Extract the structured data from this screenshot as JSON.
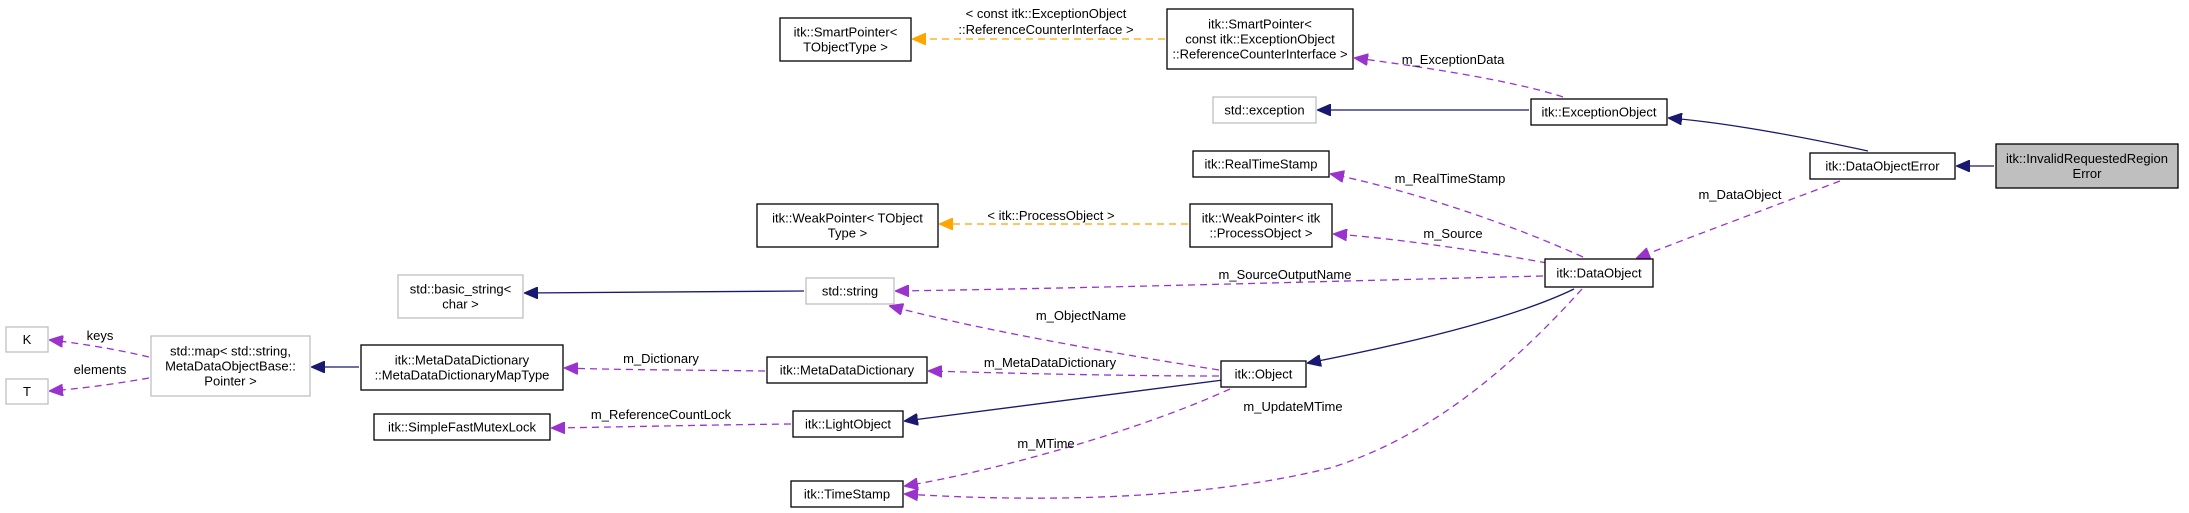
{
  "colors": {
    "inheritance": "#191970",
    "usage": "#9a32cd",
    "template": "#ffa500",
    "focus_fill": "#bfbfbf",
    "external_border": "#bfbfbf"
  },
  "nodes": [
    {
      "id": "invalid_requested_region_error",
      "lines": [
        "itk::InvalidRequestedRegion",
        "Error"
      ],
      "style": "focus"
    },
    {
      "id": "data_object_error",
      "lines": [
        "itk::DataObjectError"
      ],
      "style": "normal"
    },
    {
      "id": "exception_object",
      "lines": [
        "itk::ExceptionObject"
      ],
      "style": "normal"
    },
    {
      "id": "std_exception",
      "lines": [
        "std::exception"
      ],
      "style": "external"
    },
    {
      "id": "smart_pointer_exception_ref",
      "lines": [
        "itk::SmartPointer<",
        "const itk::ExceptionObject",
        "::ReferenceCounterInterface >"
      ],
      "style": "normal"
    },
    {
      "id": "smart_pointer_tobject",
      "lines": [
        "itk::SmartPointer<",
        "TObjectType >"
      ],
      "style": "normal"
    },
    {
      "id": "data_object",
      "lines": [
        "itk::DataObject"
      ],
      "style": "normal"
    },
    {
      "id": "real_time_stamp",
      "lines": [
        "itk::RealTimeStamp"
      ],
      "style": "normal"
    },
    {
      "id": "weak_pointer_process_object",
      "lines": [
        "itk::WeakPointer< itk",
        "::ProcessObject >"
      ],
      "style": "normal"
    },
    {
      "id": "weak_pointer_tobject",
      "lines": [
        "itk::WeakPointer< TObject",
        "Type >"
      ],
      "style": "normal"
    },
    {
      "id": "std_string",
      "lines": [
        "std::string"
      ],
      "style": "external"
    },
    {
      "id": "std_basic_string",
      "lines": [
        "std::basic_string<",
        "char >"
      ],
      "style": "external"
    },
    {
      "id": "object",
      "lines": [
        "itk::Object"
      ],
      "style": "normal"
    },
    {
      "id": "meta_data_dictionary",
      "lines": [
        "itk::MetaDataDictionary"
      ],
      "style": "normal"
    },
    {
      "id": "meta_data_dictionary_map_type",
      "lines": [
        "itk::MetaDataDictionary",
        "::MetaDataDictionaryMapType"
      ],
      "style": "normal"
    },
    {
      "id": "std_map",
      "lines": [
        "std::map< std::string,",
        "MetaDataObjectBase::",
        "Pointer >"
      ],
      "style": "external"
    },
    {
      "id": "template_k",
      "lines": [
        "K"
      ],
      "style": "external"
    },
    {
      "id": "template_t",
      "lines": [
        "T"
      ],
      "style": "external"
    },
    {
      "id": "light_object",
      "lines": [
        "itk::LightObject"
      ],
      "style": "normal"
    },
    {
      "id": "simple_fast_mutex_lock",
      "lines": [
        "itk::SimpleFastMutexLock"
      ],
      "style": "normal"
    },
    {
      "id": "time_stamp",
      "lines": [
        "itk::TimeStamp"
      ],
      "style": "normal"
    }
  ],
  "edges": [
    {
      "id": "inh_error_to_dataobjecterror",
      "kind": "inheritance",
      "label": []
    },
    {
      "id": "inh_dataobjecterror_to_exception",
      "kind": "inheritance",
      "label": []
    },
    {
      "id": "inh_exception_to_std",
      "kind": "inheritance",
      "label": []
    },
    {
      "id": "use_exception_data",
      "kind": "usage",
      "label": [
        "m_ExceptionData"
      ]
    },
    {
      "id": "tpl_smart_pointer",
      "kind": "template",
      "label": [
        "< const itk::ExceptionObject",
        "::ReferenceCounterInterface >"
      ]
    },
    {
      "id": "use_data_object",
      "kind": "usage",
      "label": [
        "m_DataObject"
      ]
    },
    {
      "id": "use_real_time_stamp",
      "kind": "usage",
      "label": [
        "m_RealTimeStamp"
      ]
    },
    {
      "id": "use_source",
      "kind": "usage",
      "label": [
        "m_Source"
      ]
    },
    {
      "id": "tpl_weak_pointer",
      "kind": "template",
      "label": [
        "< itk::ProcessObject >"
      ]
    },
    {
      "id": "use_source_output_name",
      "kind": "usage",
      "label": [
        "m_SourceOutputName"
      ]
    },
    {
      "id": "inh_string_to_basic",
      "kind": "inheritance",
      "label": []
    },
    {
      "id": "use_object_name",
      "kind": "usage",
      "label": [
        "m_ObjectName"
      ]
    },
    {
      "id": "inh_dataobject_to_object",
      "kind": "inheritance",
      "label": []
    },
    {
      "id": "use_meta_data_dictionary",
      "kind": "usage",
      "label": [
        "m_MetaDataDictionary"
      ]
    },
    {
      "id": "use_dictionary",
      "kind": "usage",
      "label": [
        "m_Dictionary"
      ]
    },
    {
      "id": "inh_maptype_to_map",
      "kind": "inheritance",
      "label": []
    },
    {
      "id": "use_keys",
      "kind": "usage",
      "label": [
        "keys"
      ]
    },
    {
      "id": "use_elements",
      "kind": "usage",
      "label": [
        "elements"
      ]
    },
    {
      "id": "inh_object_to_lightobject",
      "kind": "inheritance",
      "label": []
    },
    {
      "id": "use_reference_count_lock",
      "kind": "usage",
      "label": [
        "m_ReferenceCountLock"
      ]
    },
    {
      "id": "use_mtime",
      "kind": "usage",
      "label": [
        "m_MTime"
      ]
    },
    {
      "id": "use_update_mtime",
      "kind": "usage",
      "label": [
        "m_UpdateMTime"
      ]
    }
  ]
}
